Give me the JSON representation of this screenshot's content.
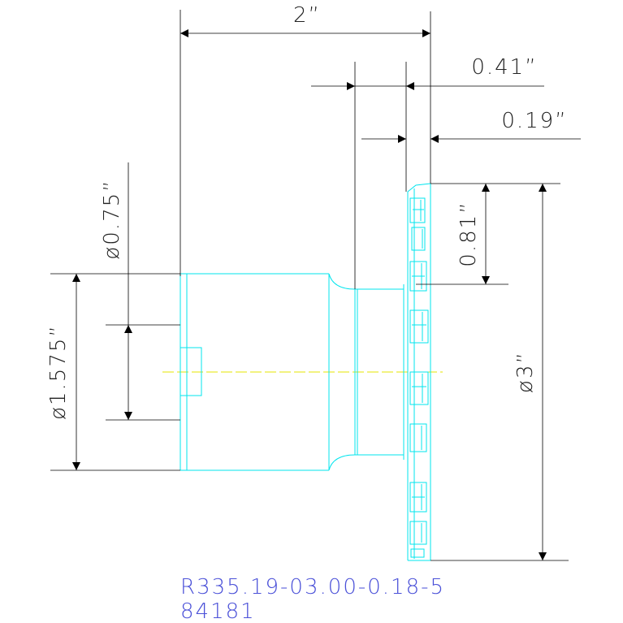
{
  "drawing": {
    "dimensions": {
      "overall_length": "2”",
      "insert_offset": "0.41”",
      "cutting_width": "0.19”",
      "bore_diameter": "ø0.75”",
      "radial_depth": "0.81”",
      "shank_diameter": "ø1.575”",
      "cutter_diameter": "ø3”"
    },
    "part_number": "R335.19-03.00-0.18-5",
    "item_number": "84181",
    "colors": {
      "background": "#ffffff",
      "dimension_lines": "#000000",
      "part_outline": "#00e5ee",
      "centerline": "#e6e600",
      "part_number_text": "#4a50d8"
    }
  }
}
